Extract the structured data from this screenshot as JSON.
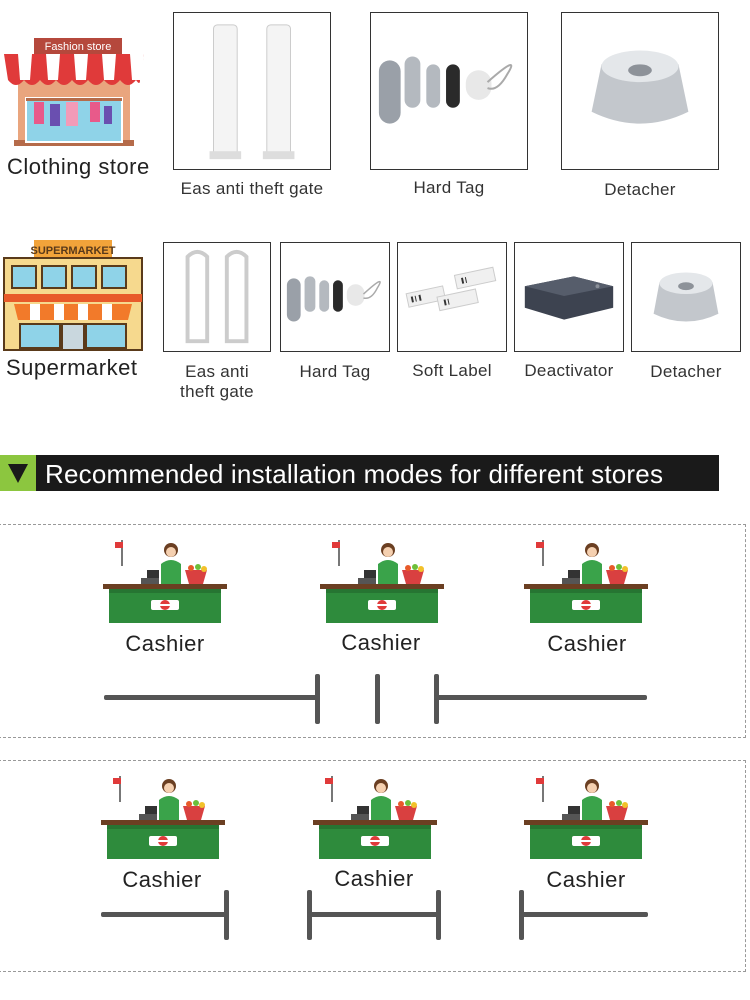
{
  "stores": [
    {
      "sign_text": "Fashion store",
      "label": "Clothing store",
      "products": [
        "Eas anti theft gate",
        "Hard Tag",
        "Detacher"
      ]
    },
    {
      "sign_text": "SUPERMARKET",
      "label": "Supermarket",
      "products": [
        "Eas anti\ntheft gate",
        "Hard Tag",
        "Soft Label",
        "Deactivator",
        "Detacher"
      ]
    }
  ],
  "section": {
    "title": "Recommended installation modes for different stores"
  },
  "modes": [
    {
      "cashiers": [
        "Cashier",
        "Cashier",
        "Cashier"
      ]
    },
    {
      "cashiers": [
        "Cashier",
        "Cashier",
        "Cashier"
      ]
    }
  ],
  "colors": {
    "banner_bg": "#1a1a1a",
    "banner_accent": "#8cc63f",
    "counter_green": "#2e8b3c",
    "rail": "#555555"
  }
}
